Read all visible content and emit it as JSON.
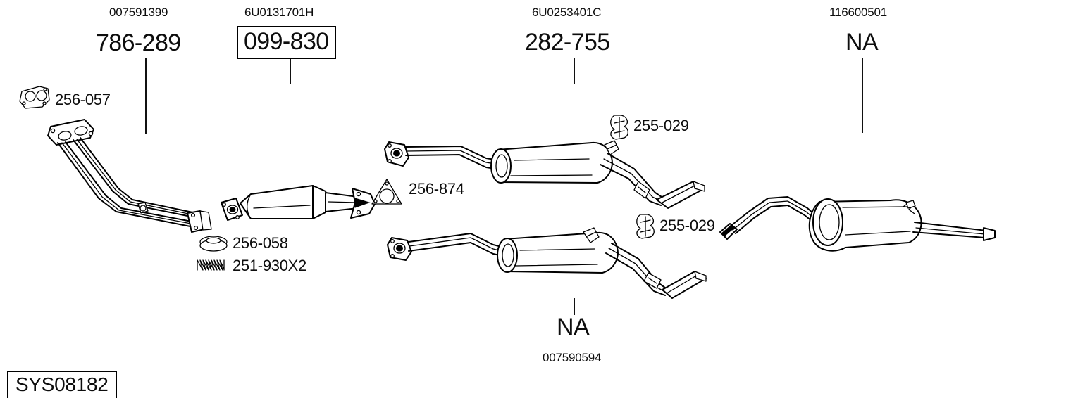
{
  "diagram": {
    "title": "Exhaust System Parts Diagram",
    "system_code": "SYS08182",
    "background_color": "#ffffff",
    "line_color": "#000000"
  },
  "callouts": [
    {
      "id": "front-pipe",
      "oem_number": "007591399",
      "part_number": "786-289",
      "boxed": false,
      "name": "front-exhaust-pipe"
    },
    {
      "id": "catalytic-converter",
      "oem_number": "6U0131701H",
      "part_number": "099-830",
      "boxed": true,
      "name": "catalytic-converter"
    },
    {
      "id": "centre-silencer",
      "oem_number": "6U0253401C",
      "part_number": "282-755",
      "boxed": false,
      "name": "centre-silencer"
    },
    {
      "id": "rear-silencer",
      "oem_number": "116600501",
      "part_number": "NA",
      "boxed": false,
      "name": "rear-silencer"
    },
    {
      "id": "centre-silencer-alt",
      "oem_number": "007590594",
      "part_number": "NA",
      "boxed": false,
      "name": "centre-silencer-alternate"
    }
  ],
  "small_parts": [
    {
      "id": "gasket-256-057",
      "label": "256-057",
      "icon": "flange-gasket-icon"
    },
    {
      "id": "ring-256-058",
      "label": "256-058",
      "icon": "seal-ring-icon"
    },
    {
      "id": "spring-251-930X2",
      "label": "251-930X2",
      "icon": "spring-icon"
    },
    {
      "id": "gasket-256-874",
      "label": "256-874",
      "icon": "triangular-gasket-icon"
    },
    {
      "id": "clamp-255-029-upper",
      "label": "255-029",
      "icon": "rubber-hanger-icon"
    },
    {
      "id": "clamp-255-029-lower",
      "label": "255-029",
      "icon": "rubber-hanger-icon"
    }
  ]
}
